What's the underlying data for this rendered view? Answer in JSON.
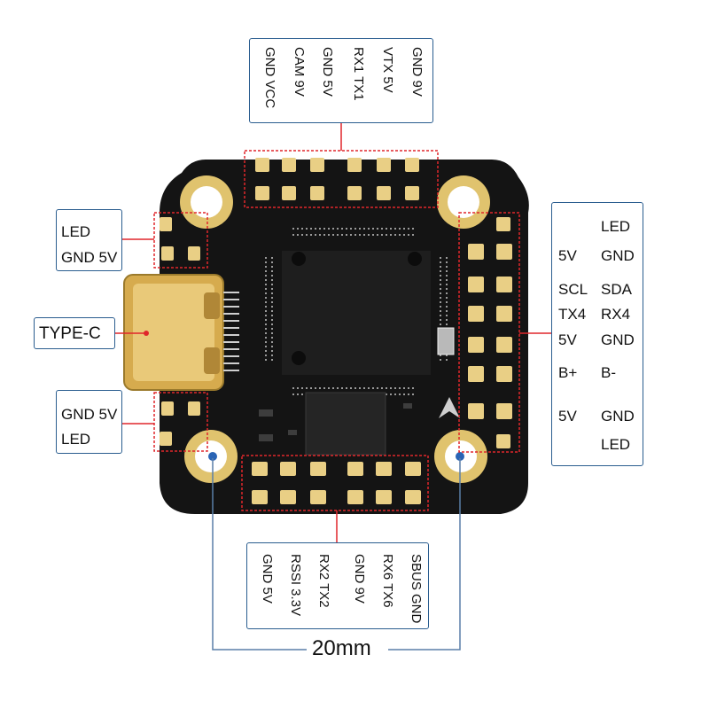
{
  "top_labels": {
    "col1": "GND VCC",
    "col2": "CAM 9V",
    "col3": "GND 5V",
    "col4": "RX1 TX1",
    "col5": "VTX 5V",
    "col6": "GND 9V"
  },
  "left_labels": {
    "led_top": "LED",
    "gnd5v_top": "GND 5V",
    "type_c": "TYPE-C",
    "gnd5v_bottom": "GND 5V",
    "led_bottom": "LED"
  },
  "right_labels": {
    "led1": "LED",
    "r2a": "5V",
    "r2b": "GND",
    "r3a": "SCL",
    "r3b": "SDA",
    "r4a": "TX4",
    "r4b": "RX4",
    "r5a": "5V",
    "r5b": "GND",
    "r6a": "B+",
    "r6b": "B-",
    "r7a": "5V",
    "r7b": "GND",
    "led2": "LED"
  },
  "bottom_labels": {
    "col1": "GND 5V",
    "col2": "RSSI 3.3V",
    "col3": "RX2 TX2",
    "col4": "GND 9V",
    "col5": "RX6 TX6",
    "col6": "SBUS GND"
  },
  "dimension": "20mm",
  "colors": {
    "board": "#141414",
    "pad": "#e9cf85",
    "marker": "#e0262b",
    "label_border": "#2a5d8f",
    "dimension_line": "#5a7fa8"
  }
}
